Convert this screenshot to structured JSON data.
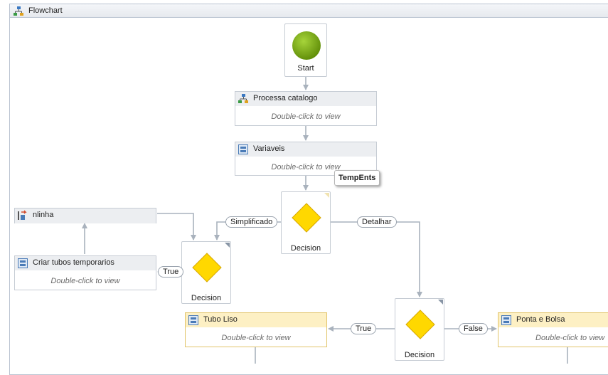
{
  "flowchart": {
    "title": "Flowchart"
  },
  "start": {
    "label": "Start"
  },
  "activities": {
    "processa": {
      "title": "Processa catalogo",
      "hint": "Double-click to view"
    },
    "variaveis": {
      "title": "Variaveis",
      "hint": "Double-click to view"
    },
    "nlinha": {
      "title": "nlinha"
    },
    "criar": {
      "title": "Criar tubos temporarios",
      "hint": "Double-click to view"
    },
    "tubo": {
      "title": "Tubo Liso",
      "hint": "Double-click to view"
    },
    "ponta": {
      "title": "Ponta e Bolsa",
      "hint": "Double-click to view"
    }
  },
  "decisions": {
    "d1": {
      "label": "Decision"
    },
    "d2": {
      "label": "Decision"
    },
    "d3": {
      "label": "Decision"
    }
  },
  "branches": {
    "simplificado": "Simplificado",
    "detalhar": "Detalhar",
    "true1": "True",
    "true2": "True",
    "false1": "False"
  },
  "tooltip": "TempEnts",
  "colors": {
    "start_green": "#79a812",
    "diamond_yellow": "#ffd800",
    "connector": "#a9b2bd",
    "selected_header": "#fdf0c4"
  }
}
